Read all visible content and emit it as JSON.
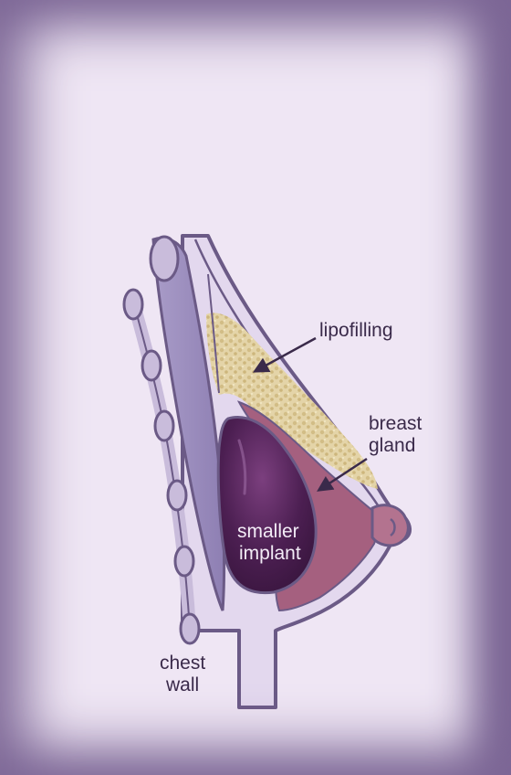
{
  "labels": {
    "lipofilling": "lipofilling",
    "breast_gland_line1": "breast",
    "breast_gland_line2": "gland",
    "implant_line1": "smaller",
    "implant_line2": "implant",
    "chest_wall_line1": "chest",
    "chest_wall_line2": "wall"
  },
  "colors": {
    "background": "#efe6f4",
    "frame": "#6f5a8b",
    "tissue": "#e3d8ee",
    "muscle": "#9d8fbe",
    "rib": "#c9bcdb",
    "fat": "#e4d4a8",
    "gland": "#a5607f",
    "implant": "#4a1e4f",
    "outline": "#6b5a86",
    "text": "#3a2a4a"
  },
  "icons": [
    "arrow-icon"
  ]
}
